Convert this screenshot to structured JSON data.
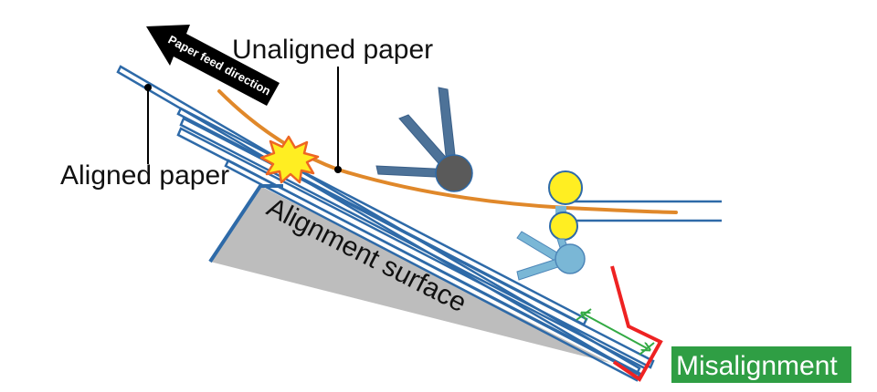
{
  "labels": {
    "feed_direction": "Paper feed direction",
    "unaligned_paper": "Unaligned paper",
    "aligned_paper": "Aligned paper",
    "alignment_surface": "Alignment surface",
    "misalignment": "Misalignment"
  },
  "colors": {
    "paper_stack": "#2e6aa8",
    "unaligned_paper": "#e0882a",
    "surface_fill": "#bdbdbd",
    "surface_edge": "#2e6aa8",
    "guide_roller": "#5a5a5a",
    "guide_arm": "#4d7298",
    "feed_roller": "#ffee22",
    "lower_roller": "#7ab7d6",
    "stopper": "#ee2222",
    "misalignment_arrow": "#33aa44",
    "misalignment_badge": "#2f9e44",
    "feed_arrow": "#000000"
  }
}
